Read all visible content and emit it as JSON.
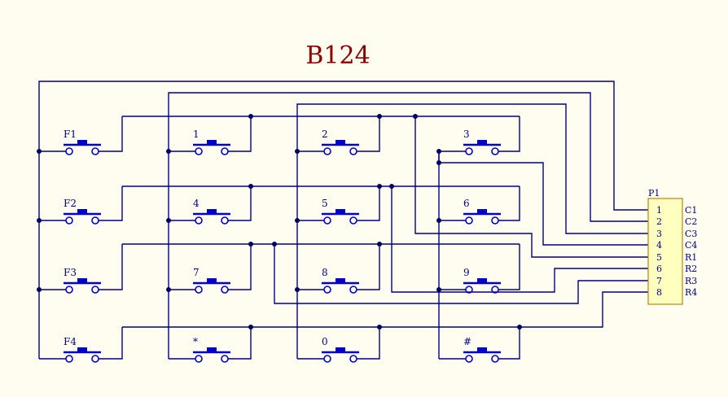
{
  "title": "B124",
  "colors": {
    "background": "#fffdf0",
    "title": "#8b0000",
    "wire": "#000080",
    "switch": "#0000cc",
    "junction": "#000060",
    "connector_fill": "#ffffc0",
    "connector_stroke": "#b8860b",
    "label": "#000080"
  },
  "keys": [
    [
      "F1",
      "1",
      "2",
      "3"
    ],
    [
      "F2",
      "4",
      "5",
      "6"
    ],
    [
      "F3",
      "7",
      "8",
      "9"
    ],
    [
      "F4",
      "*",
      "0",
      "#"
    ]
  ],
  "connector": {
    "designator": "P1",
    "pins": [
      "1",
      "2",
      "3",
      "4",
      "5",
      "6",
      "7",
      "8"
    ],
    "net_labels": [
      "C1",
      "C2",
      "C3",
      "C4",
      "R1",
      "R2",
      "R3",
      "R4"
    ]
  }
}
